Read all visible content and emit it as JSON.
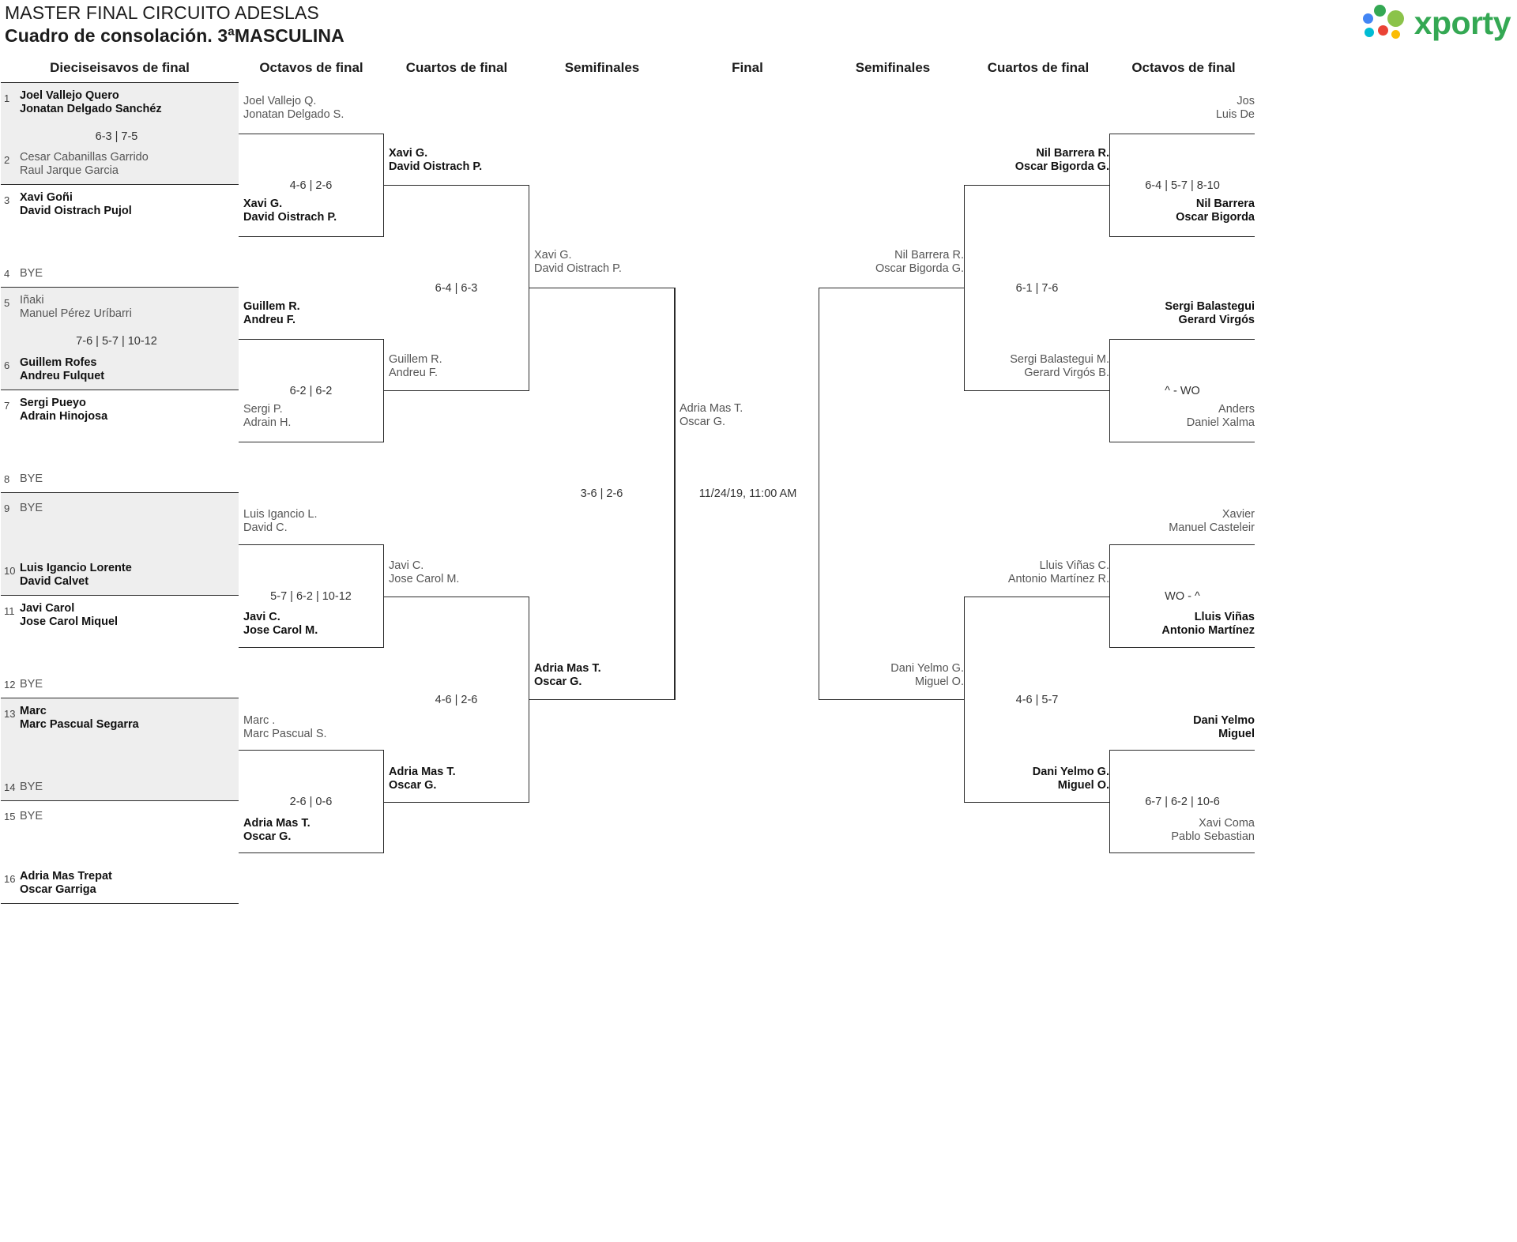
{
  "header": {
    "title_line1": "MASTER FINAL CIRCUITO ADESLAS",
    "title_line2": "Cuadro de consolación. 3ªMASCULINA",
    "brand_name": "xporty",
    "brand_color": "#34a853"
  },
  "round_labels": {
    "r32_left": "Dieciseisavos de final",
    "r16_left": "Octavos de final",
    "qf_left": "Cuartos de final",
    "sf_left": "Semifinales",
    "final": "Final",
    "sf_right": "Semifinales",
    "qf_right": "Cuartos de final",
    "r16_right": "Octavos de final"
  },
  "seeds": [
    {
      "no": "1",
      "line1": "Joel Vallejo Quero",
      "line2": "Jonatan Delgado Sanchéz",
      "state": "win"
    },
    {
      "no": "2",
      "line1": "Cesar Cabanillas Garrido",
      "line2": "Raul Jarque Garcia",
      "state": "lose"
    },
    {
      "no": "3",
      "line1": "Xavi Goñi",
      "line2": "David Oistrach Pujol",
      "state": "win"
    },
    {
      "no": "4",
      "line1": "BYE",
      "line2": "",
      "state": "bye"
    },
    {
      "no": "5",
      "line1": "Iñaki",
      "line2": "Manuel Pérez Uríbarri",
      "state": "lose"
    },
    {
      "no": "6",
      "line1": "Guillem Rofes",
      "line2": "Andreu Fulquet",
      "state": "win"
    },
    {
      "no": "7",
      "line1": "Sergi Pueyo",
      "line2": "Adrain Hinojosa",
      "state": "win"
    },
    {
      "no": "8",
      "line1": "BYE",
      "line2": "",
      "state": "bye"
    },
    {
      "no": "9",
      "line1": "BYE",
      "line2": "",
      "state": "bye"
    },
    {
      "no": "10",
      "line1": "Luis Igancio Lorente",
      "line2": "David Calvet",
      "state": "win"
    },
    {
      "no": "11",
      "line1": "Javi Carol",
      "line2": "Jose Carol Miquel",
      "state": "win"
    },
    {
      "no": "12",
      "line1": "BYE",
      "line2": "",
      "state": "bye"
    },
    {
      "no": "13",
      "line1": "Marc",
      "line2": "Marc Pascual Segarra",
      "state": "win"
    },
    {
      "no": "14",
      "line1": "BYE",
      "line2": "",
      "state": "bye"
    },
    {
      "no": "15",
      "line1": "BYE",
      "line2": "",
      "state": "bye"
    },
    {
      "no": "16",
      "line1": "Adria Mas Trepat",
      "line2": "Oscar Garriga",
      "state": "win"
    }
  ],
  "seed_scores": {
    "m1": "6-3 | 7-5",
    "m2": "",
    "m3": "7-6 | 5-7 | 10-12",
    "m4": "",
    "m5": "",
    "m6": "",
    "m7": "",
    "m8": ""
  },
  "left": {
    "r16": [
      {
        "score": "4-6 | 2-6",
        "top": {
          "line1": "Joel Vallejo Q.",
          "line2": "Jonatan Delgado S.",
          "state": "lose"
        },
        "bot": {
          "line1": "Xavi G.",
          "line2": "David Oistrach P.",
          "state": "win"
        }
      },
      {
        "score": "6-2 | 6-2",
        "top": {
          "line1": "Guillem R.",
          "line2": "Andreu F.",
          "state": "win"
        },
        "bot": {
          "line1": "Sergi P.",
          "line2": "Adrain H.",
          "state": "lose"
        }
      },
      {
        "score": "5-7 | 6-2 | 10-12",
        "top": {
          "line1": "Luis Igancio L.",
          "line2": "David C.",
          "state": "lose"
        },
        "bot": {
          "line1": "Javi C.",
          "line2": "Jose Carol M.",
          "state": "win"
        }
      },
      {
        "score": "2-6 | 0-6",
        "top": {
          "line1": "Marc .",
          "line2": "Marc Pascual S.",
          "state": "lose"
        },
        "bot": {
          "line1": "Adria Mas T.",
          "line2": "Oscar G.",
          "state": "win"
        }
      }
    ],
    "qf": [
      {
        "score": "6-4 | 6-3",
        "top": {
          "line1": "Xavi G.",
          "line2": "David Oistrach P.",
          "state": "win"
        },
        "bot": {
          "line1": "Guillem R.",
          "line2": "Andreu F.",
          "state": "lose"
        }
      },
      {
        "score": "4-6 | 2-6",
        "top": {
          "line1": "Javi C.",
          "line2": "Jose Carol M.",
          "state": "lose"
        },
        "bot": {
          "line1": "Adria Mas T.",
          "line2": "Oscar G.",
          "state": "win"
        }
      }
    ],
    "sf": [
      {
        "score": "3-6 | 2-6",
        "top": {
          "line1": "Xavi G.",
          "line2": "David Oistrach P.",
          "state": "lose"
        },
        "bot": {
          "line1": "Adria Mas T.",
          "line2": "Oscar G.",
          "state": "win"
        }
      }
    ]
  },
  "final": {
    "datetime": "11/24/19, 11:00 AM",
    "left_finalist": {
      "line1": "Adria Mas T.",
      "line2": "Oscar G.",
      "state": "lose"
    }
  },
  "right": {
    "sf": [
      {
        "top": {
          "line1": "Nil Barrera R.",
          "line2": "Oscar Bigorda G.",
          "state": "lose"
        },
        "bot": {
          "line1": "Dani Yelmo G.",
          "line2": "Miguel O.",
          "state": "lose"
        }
      }
    ],
    "qf": [
      {
        "score": "6-1 | 7-6",
        "top": {
          "line1": "Nil Barrera R.",
          "line2": "Oscar Bigorda G.",
          "state": "win"
        },
        "bot": {
          "line1": "Sergi Balastegui M.",
          "line2": "Gerard Virgós B.",
          "state": "lose"
        }
      },
      {
        "score": "4-6 | 5-7",
        "top": {
          "line1": "Lluis Viñas C.",
          "line2": "Antonio Martínez R.",
          "state": "lose"
        },
        "bot": {
          "line1": "Dani Yelmo G.",
          "line2": "Miguel O.",
          "state": "win"
        }
      }
    ],
    "r16": [
      {
        "score": "6-4 | 5-7 | 8-10",
        "top": {
          "line1": "Jos",
          "line2": "Luis De",
          "state": "lose"
        },
        "bot": {
          "line1": "Nil Barrera",
          "line2": "Oscar Bigorda",
          "state": "win"
        }
      },
      {
        "score": "^ - WO",
        "top": {
          "line1": "Sergi Balastegui",
          "line2": "Gerard Virgós",
          "state": "win"
        },
        "bot": {
          "line1": "Anders",
          "line2": "Daniel Xalma",
          "state": "lose"
        }
      },
      {
        "score": "WO - ^",
        "top": {
          "line1": "Xavier",
          "line2": "Manuel Casteleir",
          "state": "lose"
        },
        "bot": {
          "line1": "Lluis Viñas",
          "line2": "Antonio Martínez",
          "state": "win"
        }
      },
      {
        "score": "6-7 | 6-2 | 10-6",
        "top": {
          "line1": "Dani Yelmo",
          "line2": "Miguel",
          "state": "win"
        },
        "bot": {
          "line1": "Xavi Coma",
          "line2": "Pablo Sebastian",
          "state": "lose"
        }
      }
    ]
  }
}
